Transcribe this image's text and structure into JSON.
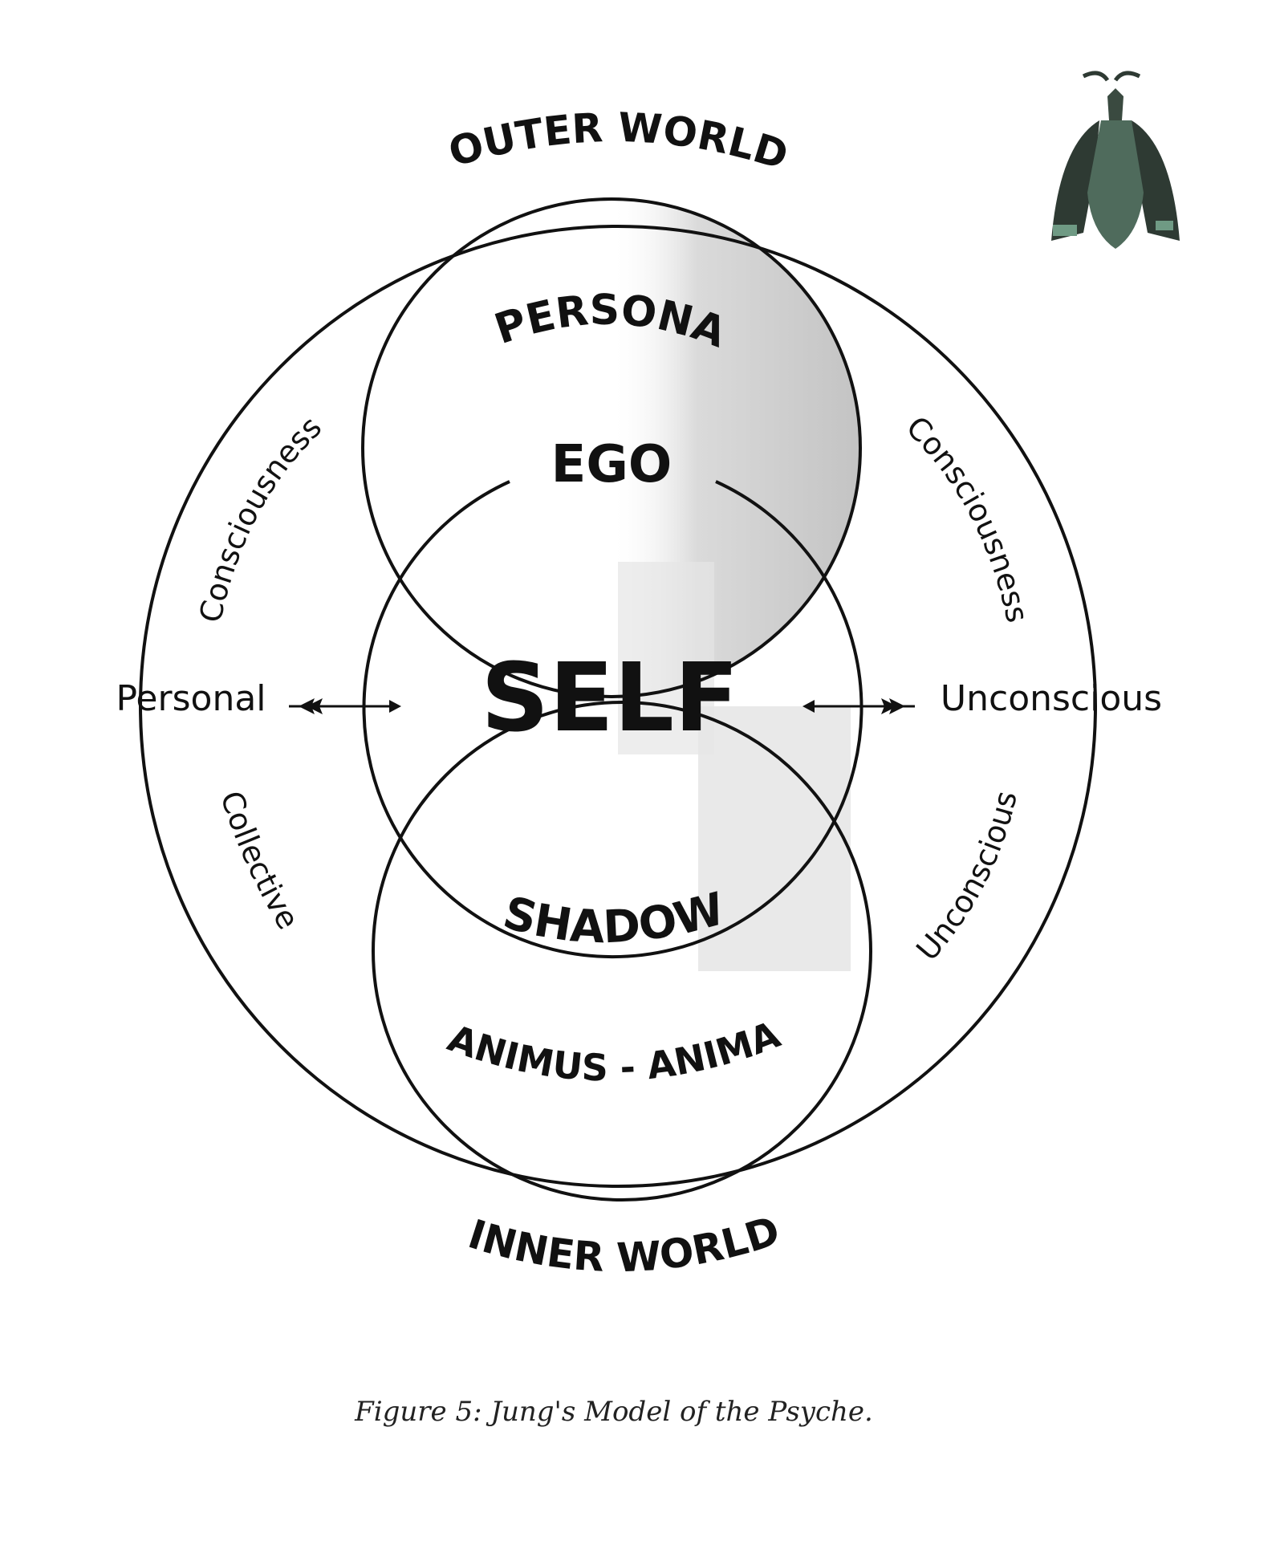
{
  "diagram": {
    "outer_world": "OUTER WORLD",
    "inner_world": "INNER WORLD",
    "persona": "PERSONA",
    "ego": "EGO",
    "self": "SELF",
    "shadow": "SHADOW",
    "animus_anima": "ANIMUS - ANIMA",
    "left_upper": "Consciousness",
    "left_mid": "Personal",
    "left_lower": "Collective",
    "right_upper": "Consciousness",
    "right_mid": "Unconscious",
    "right_lower": "Unconscious"
  },
  "caption": "Figure 5: Jung's Model of the Psyche.",
  "colors": {
    "line": "#111111",
    "shade": "#d9d9d9",
    "icon": "#3a5a4a"
  },
  "icons": {
    "corner": "baphomet-icon"
  }
}
